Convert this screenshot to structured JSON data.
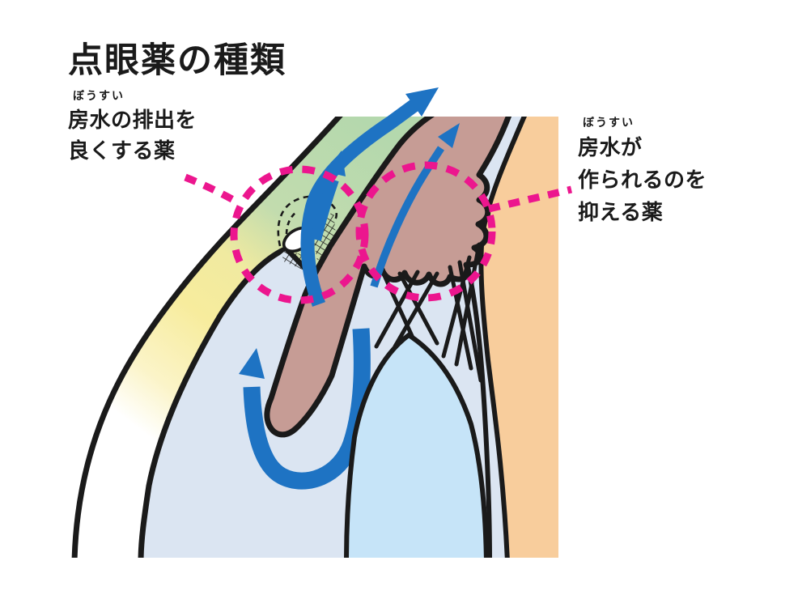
{
  "title": "点眼薬の種類",
  "annotations": {
    "left_label": {
      "furigana": "ぼうすい",
      "lines": [
        "房水の排出を",
        "良くする薬"
      ],
      "points_to": "trabecular-meshwork-outflow-region"
    },
    "right_label": {
      "furigana": "ぼうすい",
      "lines": [
        "房水が",
        "作られるのを",
        "抑える薬"
      ],
      "points_to": "ciliary-body-production-region"
    }
  },
  "colors": {
    "text": "#1a1a1a",
    "outline": "#1a1a1a",
    "magenta": "#ec168e",
    "arrow": "#1e73c3",
    "sclera_green": "#b4d8ad",
    "cornea_yellow": "#f7ec9d",
    "chamber_blue": "#dbe5f2",
    "lens_blue": "#c6e4f8",
    "iris_pink": "#c69c95",
    "orbit_peach": "#f8cd9c",
    "canal_white": "#ffffff"
  }
}
